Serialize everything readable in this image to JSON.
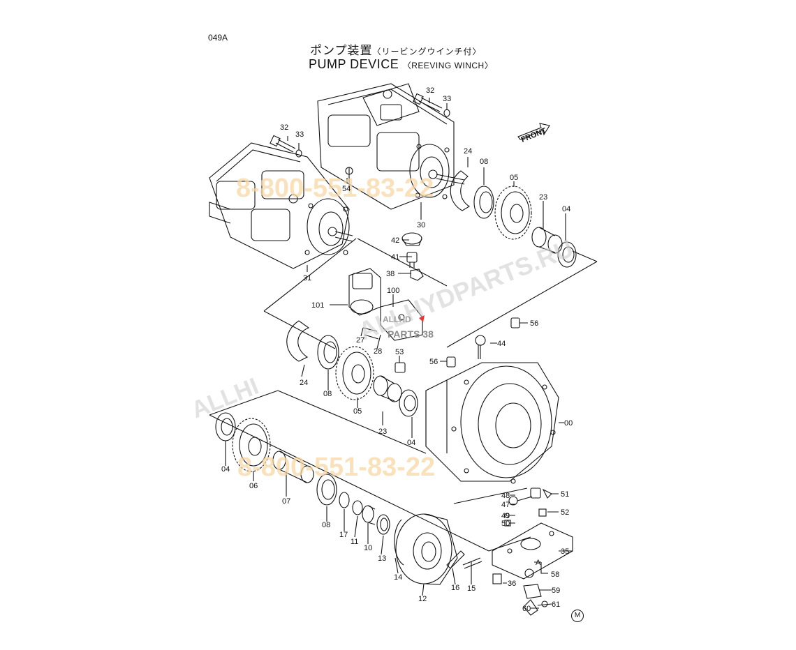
{
  "header": {
    "page_code": "049A",
    "title_jp": "ポンプ装置",
    "title_jp_sub": "〈リービングウインチ付〉",
    "title_en": "PUMP DEVICE",
    "title_en_sub": "〈REEVING WINCH〉"
  },
  "front_label": "FRONT",
  "corner_mark": "M",
  "watermarks": {
    "phone_top": "8-800-551-83-22",
    "phone_bottom": "8-800-551-83-22",
    "site_diag": "ALLHYDPARTS.RU",
    "site_left": "ALLHI",
    "logo_top": "ALLHD",
    "logo_mid": "PARTS 38"
  },
  "callouts": {
    "c32a": "32",
    "c33a": "33",
    "c32b": "32",
    "c33b": "33",
    "c54": "54",
    "c30": "30",
    "c31": "31",
    "c24a": "24",
    "c08a": "08",
    "c05a": "05",
    "c23a": "23",
    "c04a": "04",
    "c42": "42",
    "c41": "41",
    "c38": "38",
    "c100": "100",
    "c101": "101",
    "c27": "27",
    "c28": "28",
    "c53": "53",
    "c56a": "56",
    "c56b": "56",
    "c44": "44",
    "c24b": "24",
    "c08b": "08",
    "c05b": "05",
    "c23b": "23",
    "c04b": "04",
    "c00": "00",
    "c04c": "04",
    "c06": "06",
    "c07": "07",
    "c08c": "08",
    "c17": "17",
    "c11": "11",
    "c10": "10",
    "c13": "13",
    "c14": "14",
    "c12": "12",
    "c16": "16",
    "c15": "15",
    "c48": "48",
    "c47": "47",
    "c49": "49",
    "c50": "50",
    "c51": "51",
    "c52": "52",
    "c35": "35",
    "cA": "A",
    "c58": "58",
    "c36": "36",
    "c59": "59",
    "c60": "60",
    "c61": "61"
  }
}
